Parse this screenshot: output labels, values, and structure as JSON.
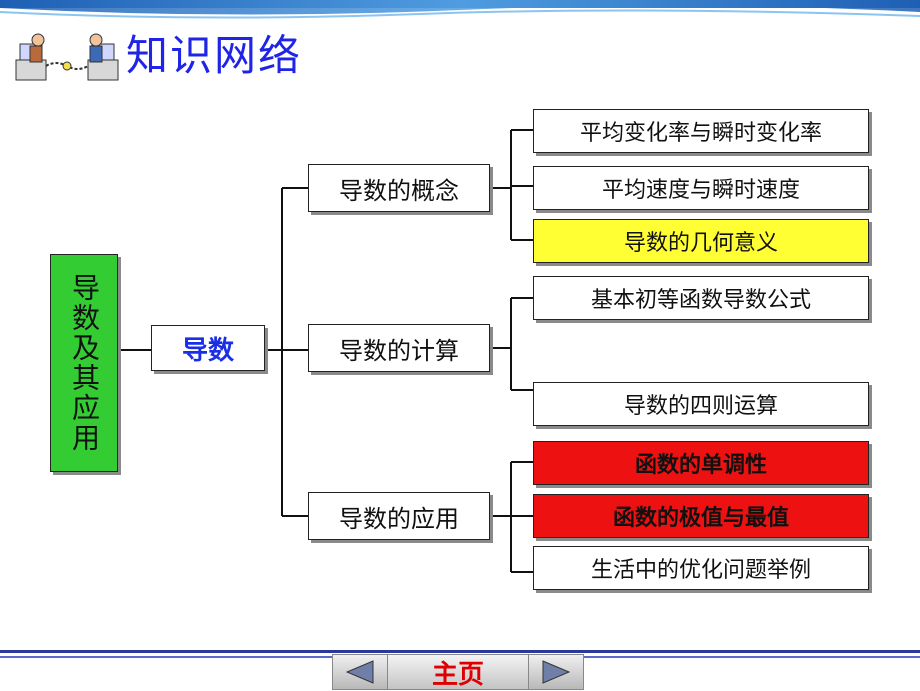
{
  "title": "知识网络",
  "diagram": {
    "root": "导数及其应用",
    "topic": "导数",
    "branches": [
      {
        "label": "导数的概念",
        "items": [
          {
            "label": "平均变化率与瞬时变化率",
            "highlight": "none"
          },
          {
            "label": "平均速度与瞬时速度",
            "highlight": "none"
          },
          {
            "label": "导数的几何意义",
            "highlight": "#ffff33"
          }
        ]
      },
      {
        "label": "导数的计算",
        "items": [
          {
            "label": "基本初等函数导数公式",
            "highlight": "none"
          },
          {
            "label": "导数的四则运算",
            "highlight": "none"
          }
        ]
      },
      {
        "label": "导数的应用",
        "items": [
          {
            "label": "函数的单调性",
            "highlight": "#ee1111"
          },
          {
            "label": "函数的极值与最值",
            "highlight": "#ee1111"
          },
          {
            "label": "生活中的优化问题举例",
            "highlight": "none"
          }
        ]
      }
    ]
  },
  "nav": {
    "prev_icon": "left-arrow-icon",
    "home_label": "主页",
    "next_icon": "right-arrow-icon"
  },
  "colors": {
    "title": "#1f24e6",
    "root_fill": "#33cc33",
    "topic_text": "#1a2ee8",
    "highlight_yellow": "#ffff33",
    "highlight_red": "#ee1111",
    "home_text": "#e00000"
  }
}
